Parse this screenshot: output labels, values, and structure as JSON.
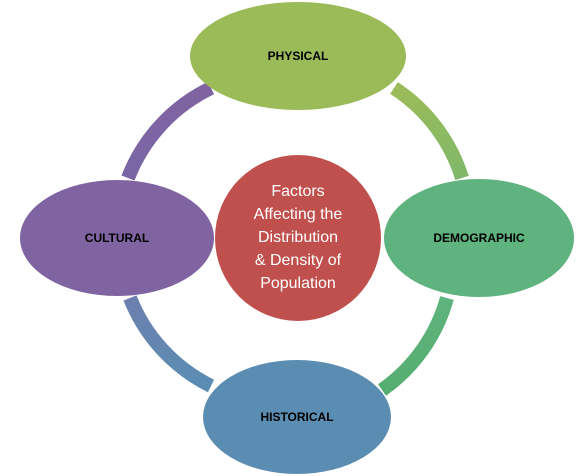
{
  "diagram": {
    "center": {
      "lines": [
        "Factors",
        "Affecting the",
        "Distribution",
        "& Density of",
        "Population"
      ],
      "color": "#c0504d"
    },
    "nodes": {
      "physical": {
        "label": "PHYSICAL",
        "color": "#9bbb59"
      },
      "demographic": {
        "label": "DEMOGRAPHIC",
        "color": "#5fb37e"
      },
      "historical": {
        "label": "HISTORICAL",
        "color": "#5b8db2"
      },
      "cultural": {
        "label": "CULTURAL",
        "color": "#8064a2"
      }
    }
  }
}
